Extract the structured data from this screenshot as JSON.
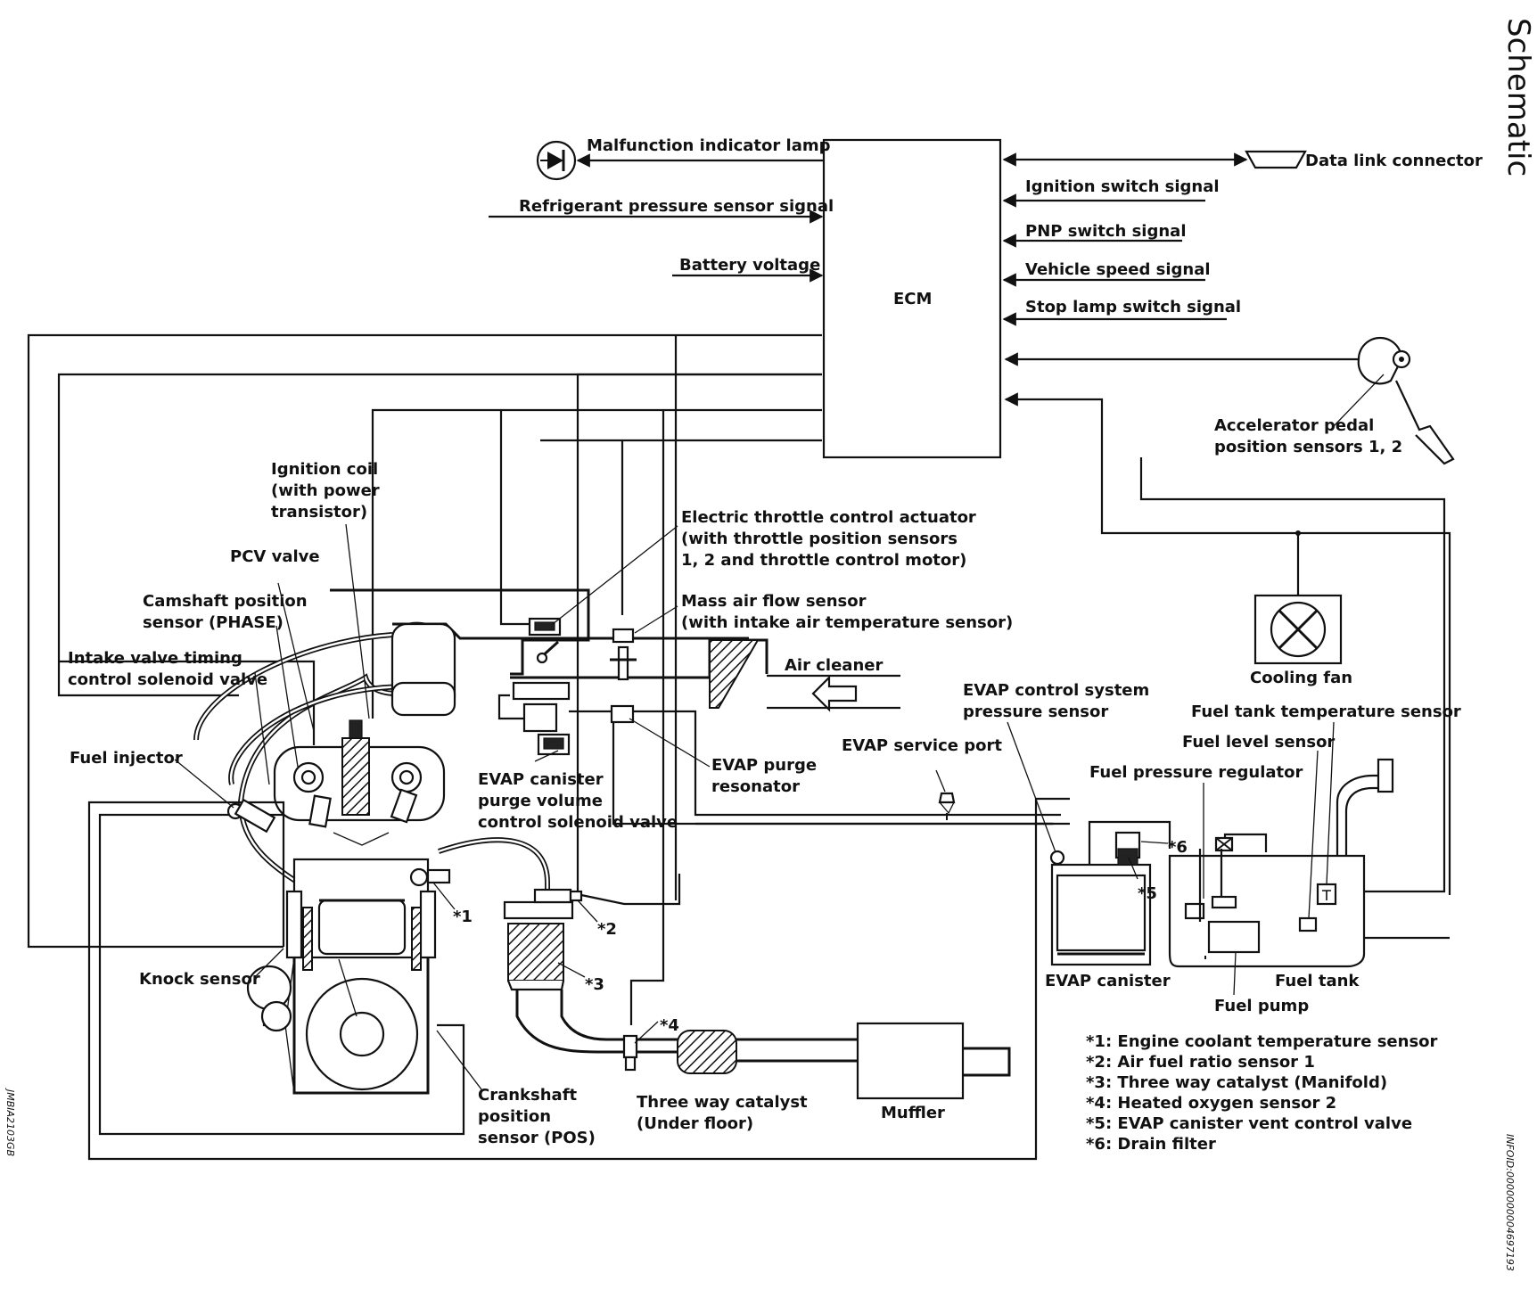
{
  "header": {
    "section_title": "Schematic"
  },
  "ecm": {
    "label": "ECM"
  },
  "signals": {
    "mil": "Malfunction indicator lamp",
    "refrigerant": "Refrigerant pressure sensor signal",
    "battery": "Battery voltage",
    "dlc": "Data link connector",
    "ignition_switch": "Ignition switch signal",
    "pnp": "PNP switch signal",
    "vehicle_speed": "Vehicle speed signal",
    "stop_lamp": "Stop lamp switch signal"
  },
  "components": {
    "accel_pedal": [
      "Accelerator pedal",
      "position sensors 1, 2"
    ],
    "ignition_coil": [
      "Ignition coil",
      "(with power",
      "transistor)"
    ],
    "pcv": "PCV valve",
    "camshaft": [
      "Camshaft position",
      "sensor (PHASE)"
    ],
    "ivt": [
      "Intake valve timing",
      "control solenoid valve"
    ],
    "throttle": [
      "Electric throttle control actuator",
      "(with throttle position sensors",
      "1, 2 and throttle control motor)"
    ],
    "maf": [
      "Mass air flow sensor",
      "(with intake air temperature sensor)"
    ],
    "air_cleaner": "Air cleaner",
    "cooling_fan": "Cooling fan",
    "evap_pressure": [
      "EVAP control system",
      "pressure sensor"
    ],
    "fuel_tank_temp": "Fuel tank temperature sensor",
    "fuel_level": "Fuel level sensor",
    "evap_service": "EVAP service port",
    "fuel_pressure_reg": "Fuel pressure regulator",
    "fuel_injector": "Fuel injector",
    "evap_purge_valve": [
      "EVAP canister",
      "purge volume",
      "control solenoid valve"
    ],
    "evap_resonator": [
      "EVAP purge",
      "resonator"
    ],
    "knock": "Knock sensor",
    "crankshaft": [
      "Crankshaft",
      "position",
      "sensor (POS)"
    ],
    "twc_underfloor": [
      "Three way catalyst",
      "(Under floor)"
    ],
    "muffler": "Muffler",
    "evap_canister": "EVAP canister",
    "fuel_tank": "Fuel tank",
    "fuel_pump": "Fuel pump"
  },
  "callouts": {
    "m1": "*1",
    "m2": "*2",
    "m3": "*3",
    "m4": "*4",
    "m5": "*5",
    "m6": "*6"
  },
  "legend": [
    "*1: Engine coolant temperature sensor",
    "*2: Air fuel ratio sensor 1",
    "*3: Three way catalyst (Manifold)",
    "*4: Heated oxygen sensor 2",
    "*5: EVAP canister vent control valve",
    "*6: Drain filter"
  ],
  "side_codes": {
    "left": "JMBIA2103GB",
    "right": "INFOID:0000000004697193"
  }
}
